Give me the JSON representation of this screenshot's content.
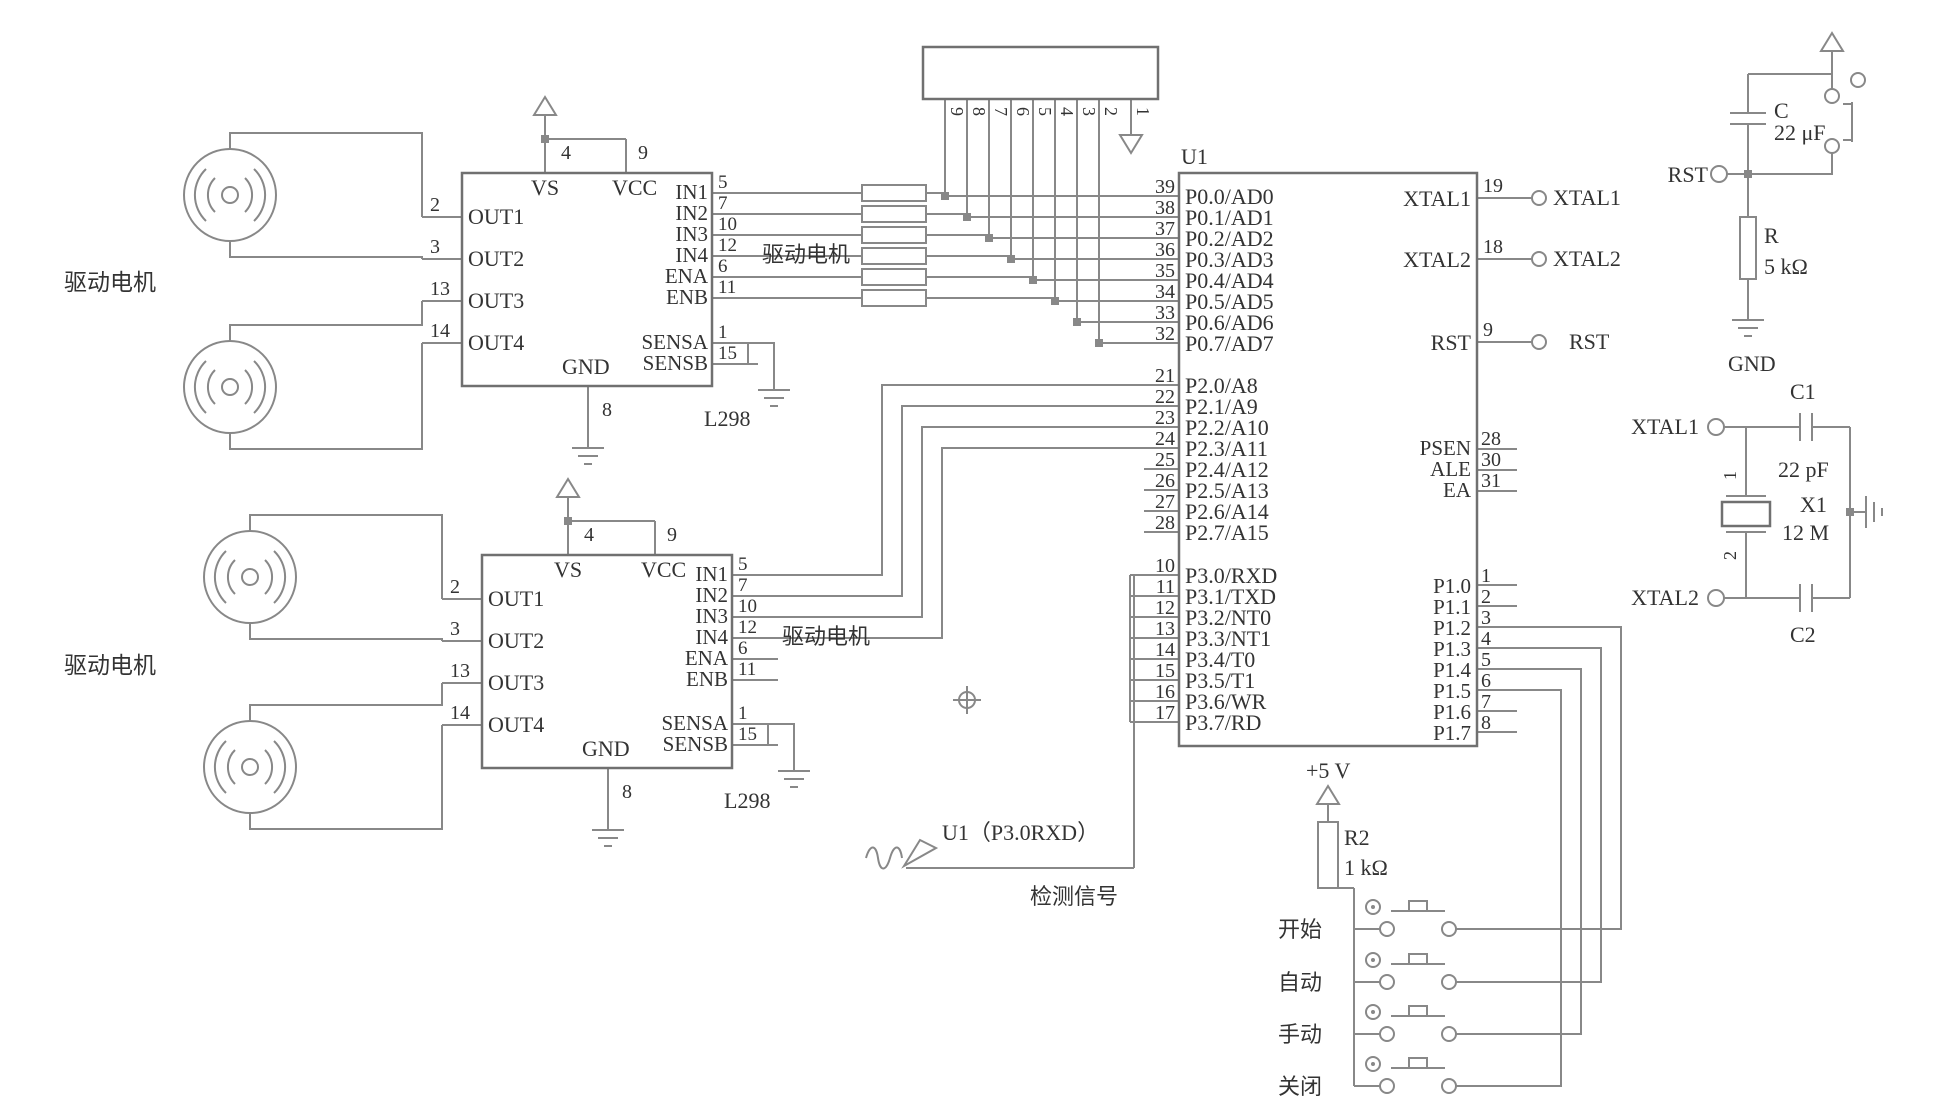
{
  "colors": {
    "wire": "#888888",
    "box": "#707070",
    "text": "#333333",
    "background": "#ffffff"
  },
  "drivers": [
    {
      "id": "driver-top",
      "part": "L298",
      "caption": "驱动电机",
      "vs": "VS",
      "vcc": "VCC",
      "gnd": "GND",
      "pin_vs": "4",
      "pin_vcc": "9",
      "pin_gnd": "8",
      "outputs": [
        {
          "label": "OUT1",
          "pin": "2"
        },
        {
          "label": "OUT2",
          "pin": "3"
        },
        {
          "label": "OUT3",
          "pin": "13"
        },
        {
          "label": "OUT4",
          "pin": "14"
        }
      ],
      "inputs": [
        {
          "label": "IN1",
          "pin": "5"
        },
        {
          "label": "IN2",
          "pin": "7"
        },
        {
          "label": "IN3",
          "pin": "10"
        },
        {
          "label": "IN4",
          "pin": "12"
        },
        {
          "label": "ENA",
          "pin": "6"
        },
        {
          "label": "ENB",
          "pin": "11"
        }
      ],
      "sense": [
        {
          "label": "SENSA",
          "pin": "1"
        },
        {
          "label": "SENSB",
          "pin": "15"
        }
      ]
    },
    {
      "id": "driver-bottom",
      "part": "L298",
      "caption": "驱动电机",
      "vs": "VS",
      "vcc": "VCC",
      "gnd": "GND",
      "pin_vs": "4",
      "pin_vcc": "9",
      "pin_gnd": "8",
      "outputs": [
        {
          "label": "OUT1",
          "pin": "2"
        },
        {
          "label": "OUT2",
          "pin": "3"
        },
        {
          "label": "OUT3",
          "pin": "13"
        },
        {
          "label": "OUT4",
          "pin": "14"
        }
      ],
      "inputs": [
        {
          "label": "IN1",
          "pin": "5"
        },
        {
          "label": "IN2",
          "pin": "7"
        },
        {
          "label": "IN3",
          "pin": "10"
        },
        {
          "label": "IN4",
          "pin": "12"
        },
        {
          "label": "ENA",
          "pin": "6"
        },
        {
          "label": "ENB",
          "pin": "11"
        }
      ],
      "sense": [
        {
          "label": "SENSA",
          "pin": "1"
        },
        {
          "label": "SENSB",
          "pin": "15"
        }
      ]
    }
  ],
  "motor_group_labels": [
    "驱动电机",
    "驱动电机"
  ],
  "connector_pins": [
    "9",
    "8",
    "7",
    "6",
    "5",
    "4",
    "3",
    "2",
    "1"
  ],
  "mcu": {
    "ref": "U1",
    "port0": [
      {
        "label": "P0.0/AD0",
        "pin": "39"
      },
      {
        "label": "P0.1/AD1",
        "pin": "38"
      },
      {
        "label": "P0.2/AD2",
        "pin": "37"
      },
      {
        "label": "P0.3/AD3",
        "pin": "36"
      },
      {
        "label": "P0.4/AD4",
        "pin": "35"
      },
      {
        "label": "P0.5/AD5",
        "pin": "34"
      },
      {
        "label": "P0.6/AD6",
        "pin": "33"
      },
      {
        "label": "P0.7/AD7",
        "pin": "32"
      }
    ],
    "port2": [
      {
        "label": "P2.0/A8",
        "pin": "21"
      },
      {
        "label": "P2.1/A9",
        "pin": "22"
      },
      {
        "label": "P2.2/A10",
        "pin": "23"
      },
      {
        "label": "P2.3/A11",
        "pin": "24"
      },
      {
        "label": "P2.4/A12",
        "pin": "25"
      },
      {
        "label": "P2.5/A13",
        "pin": "26"
      },
      {
        "label": "P2.6/A14",
        "pin": "27"
      },
      {
        "label": "P2.7/A15",
        "pin": "28"
      }
    ],
    "port3": [
      {
        "label": "P3.0/RXD",
        "pin": "10"
      },
      {
        "label": "P3.1/TXD",
        "pin": "11"
      },
      {
        "label": "P3.2/NT0",
        "pin": "12"
      },
      {
        "label": "P3.3/NT1",
        "pin": "13"
      },
      {
        "label": "P3.4/T0",
        "pin": "14"
      },
      {
        "label": "P3.5/T1",
        "pin": "15"
      },
      {
        "label": "P3.6/WR",
        "pin": "16"
      },
      {
        "label": "P3.7/RD",
        "pin": "17"
      }
    ],
    "right_top": [
      {
        "label": "XTAL1",
        "pin": "19",
        "net": "XTAL1"
      },
      {
        "label": "XTAL2",
        "pin": "18",
        "net": "XTAL2"
      },
      {
        "label": "RST",
        "pin": "9",
        "net": "RST"
      }
    ],
    "control": [
      {
        "label": "PSEN",
        "pin": "28"
      },
      {
        "label": "ALE",
        "pin": "30"
      },
      {
        "label": "EA",
        "pin": "31"
      }
    ],
    "port1": [
      {
        "label": "P1.0",
        "pin": "1"
      },
      {
        "label": "P1.1",
        "pin": "2"
      },
      {
        "label": "P1.2",
        "pin": "3"
      },
      {
        "label": "P1.3",
        "pin": "4"
      },
      {
        "label": "P1.4",
        "pin": "5"
      },
      {
        "label": "P1.5",
        "pin": "6"
      },
      {
        "label": "P1.6",
        "pin": "7"
      },
      {
        "label": "P1.7",
        "pin": "8"
      }
    ]
  },
  "reset_circuit": {
    "net": "RST",
    "cap_name": "C",
    "cap_value": "22 μF",
    "res_name": "R",
    "res_value": "5 kΩ",
    "gnd": "GND"
  },
  "crystal_circuit": {
    "net1": "XTAL1",
    "net2": "XTAL2",
    "c1": "C1",
    "c2": "C2",
    "cap_value": "22 pF",
    "crystal": "X1",
    "freq": "12 M",
    "pin_top": "1",
    "pin_bottom": "2"
  },
  "signal": {
    "source": "U1（P3.0RXD）",
    "caption": "检测信号"
  },
  "keypad": {
    "supply": "+5 V",
    "res_name": "R2",
    "res_value": "1 kΩ",
    "buttons": [
      "开始",
      "自动",
      "手动",
      "关闭"
    ]
  }
}
